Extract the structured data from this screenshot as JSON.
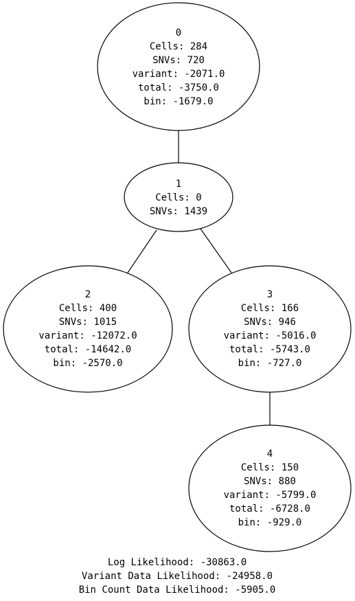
{
  "nodes": [
    {
      "id": "0",
      "lines": [
        "0",
        "Cells: 284",
        "SNVs: 720",
        "variant: -2071.0",
        "total: -3750.0",
        "bin: -1679.0"
      ]
    },
    {
      "id": "1",
      "lines": [
        "1",
        "Cells: 0",
        "SNVs: 1439"
      ]
    },
    {
      "id": "2",
      "lines": [
        "2",
        "Cells: 400",
        "SNVs: 1015",
        "variant: -12072.0",
        "total: -14642.0",
        "bin: -2570.0"
      ]
    },
    {
      "id": "3",
      "lines": [
        "3",
        "Cells: 166",
        "SNVs: 946",
        "variant: -5016.0",
        "total: -5743.0",
        "bin: -727.0"
      ]
    },
    {
      "id": "4",
      "lines": [
        "4",
        "Cells: 150",
        "SNVs: 880",
        "variant: -5799.0",
        "total: -6728.0",
        "bin: -929.0"
      ]
    }
  ],
  "edges": [
    {
      "from": "0",
      "to": "1"
    },
    {
      "from": "1",
      "to": "2"
    },
    {
      "from": "1",
      "to": "3"
    },
    {
      "from": "3",
      "to": "4"
    }
  ],
  "summary": [
    "Log Likelihood: -30863.0",
    "Variant Data Likelihood: -24958.0",
    "Bin Count Data Likelihood: -5905.0"
  ]
}
